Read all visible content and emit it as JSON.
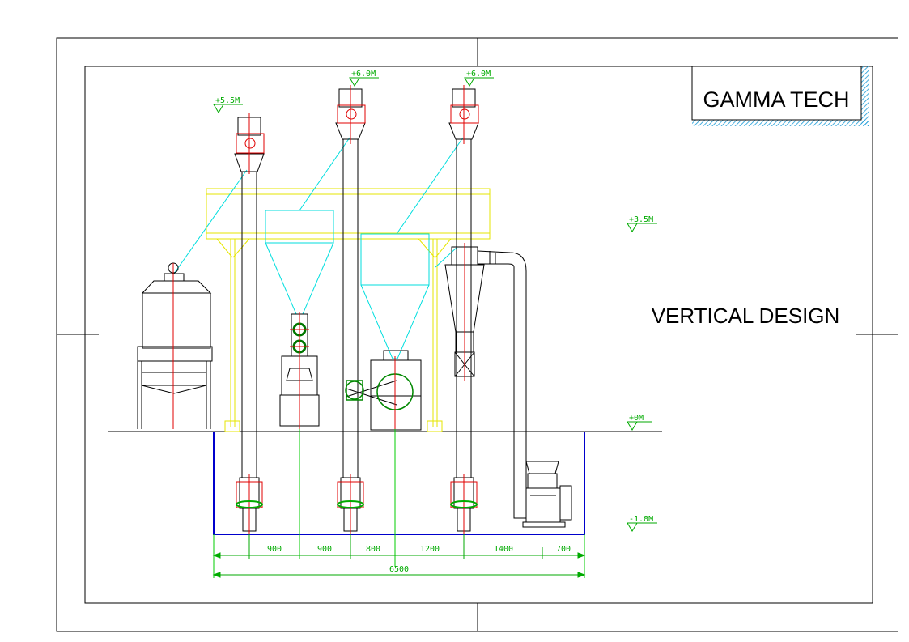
{
  "title_block": {
    "company": "GAMMA TECH"
  },
  "drawing_title": "VERTICAL DESIGN",
  "levels": [
    {
      "label": "+5.5M"
    },
    {
      "label": "+6.0M"
    },
    {
      "label": "+6.0M"
    },
    {
      "label": "+3.5M"
    },
    {
      "label": "+0M"
    },
    {
      "label": "-1.8M"
    }
  ],
  "dimensions": {
    "segments": [
      "900",
      "900",
      "800",
      "1200",
      "1400",
      "700"
    ],
    "total": "6500"
  },
  "colors": {
    "frame": "#000000",
    "structure": "#ffff00",
    "ducts": "#00e5e5",
    "motors": "#e00000",
    "pit": "#0000cc",
    "dimension": "#00aa00"
  }
}
